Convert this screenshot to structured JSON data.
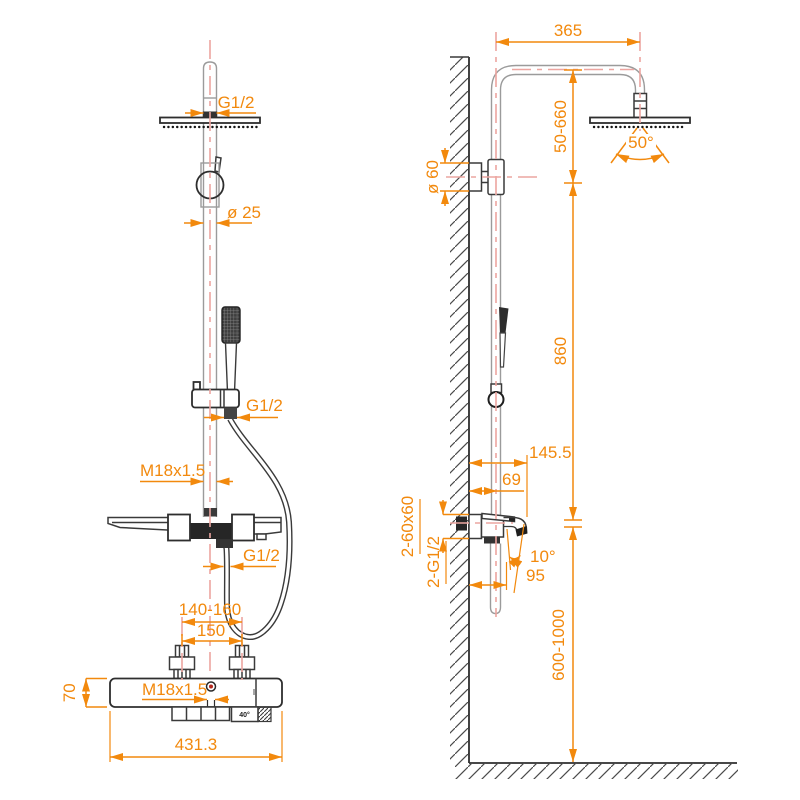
{
  "title": "Shower system installation dimension drawing",
  "colors": {
    "dimension": "#F2890D",
    "centerline": "#ECA5A0",
    "outline": "#3A3A3A"
  },
  "labels": {
    "g12_top": "G1/2",
    "dia_25": "ø 25",
    "g12_handshower": "G1/2",
    "m18_riser": "M18x1.5",
    "g12_hose": "G1/2",
    "inlet_range": "140-160",
    "inlet_spacing": "150",
    "body_height": "70",
    "m18_body": "M18x1.5",
    "temp_button": "40°",
    "body_width": "431.3",
    "arm_reach": "365",
    "head_drop": "50-660",
    "bracket_dia": "ø 60",
    "spray_angle": "50°",
    "riser_height": "860",
    "spout_reach": "145.5",
    "hose_offset": "69",
    "flange_size": "2-60x60",
    "inlet_thread": "2-G1/2",
    "spout_angle": "10°",
    "spout_wall_dist": "95",
    "install_height": "600-1000"
  }
}
